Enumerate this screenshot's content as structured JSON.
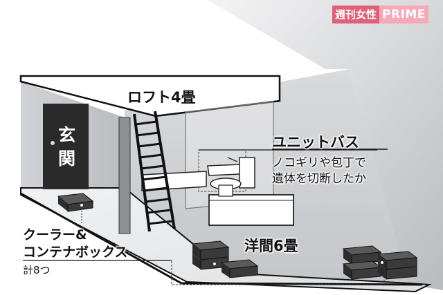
{
  "brand": {
    "name": "週刊女性",
    "suffix": "PRIME"
  },
  "labels": {
    "loft": "ロフト4畳",
    "unit_bath": "ユニットバス",
    "saw_line1": "ノコギリや包丁で",
    "saw_line2": "遺体を切断したか",
    "cooler_line1": "クーラー&",
    "cooler_line2": "コンテナボックス",
    "cooler_count": "計8つ",
    "room": "洋間6畳",
    "door_char1": "玄",
    "door_char2": "関"
  },
  "colors": {
    "ceiling": "#ffffff",
    "back_wall": "#cfd1d4",
    "left_wall": "#c3c5c8",
    "floor": "#ebedef",
    "door": "#2a2a2a",
    "box": "#3b3b3b",
    "brand_dark": "#e25f79",
    "brand_light": "#f7a9b8"
  },
  "icons": {
    "containers": "box-icon",
    "ladder": "ladder-icon",
    "toilet": "toilet-icon",
    "bathtub": "bathtub-icon"
  }
}
